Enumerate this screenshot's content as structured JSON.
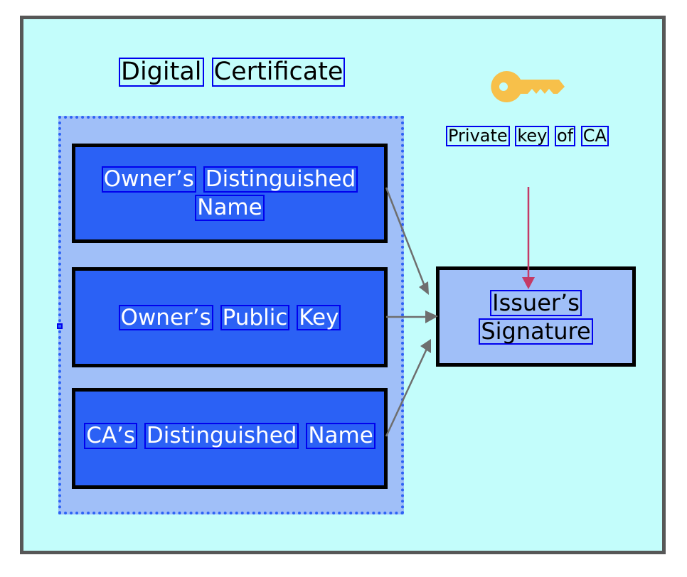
{
  "diagram": {
    "title_words": [
      "Digital",
      "Certificate"
    ],
    "fields": [
      {
        "lines": [
          [
            "Owner’s",
            "Distinguished"
          ],
          [
            "Name"
          ]
        ]
      },
      {
        "lines": [
          [
            "Owner’s",
            "Public",
            "Key"
          ]
        ]
      },
      {
        "lines": [
          [
            "CA’s",
            "Distinguished",
            "Name"
          ]
        ]
      }
    ],
    "signature": {
      "lines": [
        [
          "Issuer’s"
        ],
        [
          "Signature"
        ]
      ]
    },
    "private_key_label_words": [
      "Private",
      "key",
      "of",
      "CA"
    ],
    "icons": {
      "key": "key-icon"
    },
    "colors": {
      "background": "#c3fdfb",
      "frame_border": "#575757",
      "container_fill": "#a0bff8",
      "container_border": "#2d63f5",
      "field_fill": "#2b61f5",
      "signature_fill": "#a0bff8",
      "key": "#f7c04a",
      "gray_arrow": "#6e6e6e",
      "key_arrow": "#c43a66",
      "word_box": "#0000ee"
    }
  }
}
